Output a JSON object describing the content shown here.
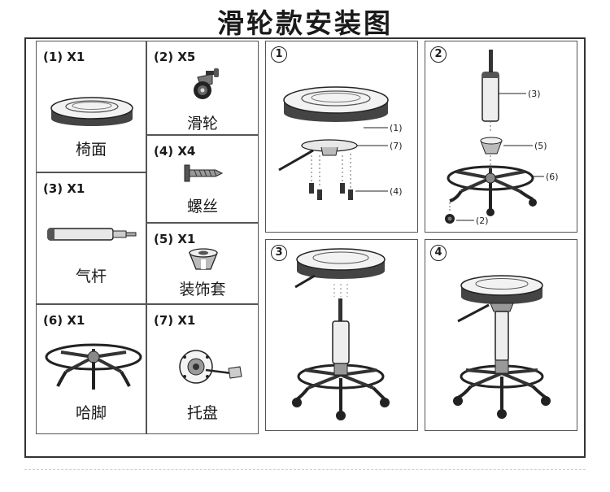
{
  "title": "滑轮款安装图",
  "parts": [
    {
      "qty": "(1) X1",
      "name": "椅面"
    },
    {
      "qty": "(2) X5",
      "name": "滑轮"
    },
    {
      "qty": "(4) X4",
      "name": "螺丝"
    },
    {
      "qty": "(3) X1",
      "name": "气杆"
    },
    {
      "qty": "(5) X1",
      "name": "装饰套"
    },
    {
      "qty": "(6) X1",
      "name": "哈脚"
    },
    {
      "qty": "(7) X1",
      "name": "托盘"
    }
  ],
  "steps": [
    "1",
    "2",
    "3",
    "4"
  ],
  "callouts": {
    "s1_1": "(1)",
    "s1_7": "(7)",
    "s1_4": "(4)",
    "s2_3": "(3)",
    "s2_5": "(5)",
    "s2_6": "(6)",
    "s2_2": "(2)"
  }
}
